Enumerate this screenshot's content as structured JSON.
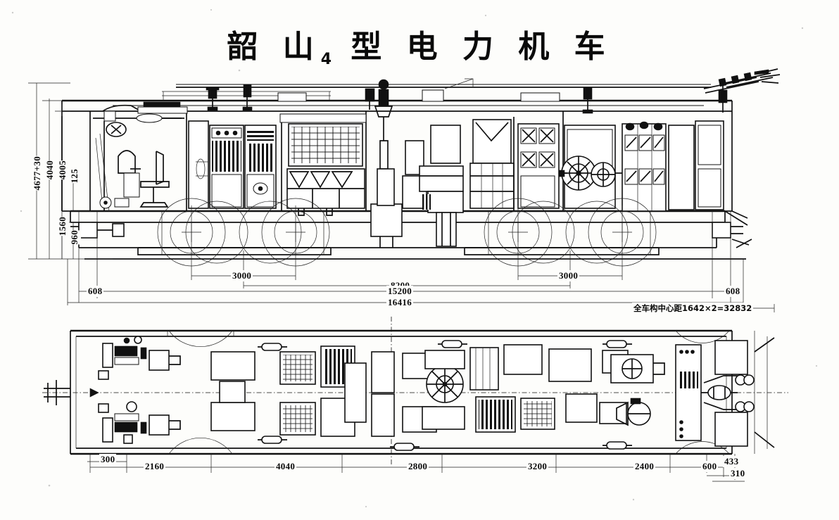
{
  "title": {
    "main_prefix": "韶 山",
    "subscript": "4",
    "main_suffix": "型 电 力 机 车",
    "full": "韶山4型电力机车"
  },
  "views": {
    "side": {
      "name": "side-elevation"
    },
    "plan": {
      "name": "plan-view"
    }
  },
  "dimensions": {
    "side_vertical": [
      {
        "id": "height-total",
        "label": "4677+30"
      },
      {
        "id": "height-roof",
        "label": "4040"
      },
      {
        "id": "height-body",
        "label": "4005"
      },
      {
        "id": "height-sill",
        "label": "125"
      },
      {
        "id": "height-frame",
        "label": "1560"
      },
      {
        "id": "height-wheel",
        "label": "960"
      }
    ],
    "side_horizontal": [
      {
        "id": "overhang-left",
        "label": "608"
      },
      {
        "id": "bogie-wb-left",
        "label": "3000"
      },
      {
        "id": "bogie-wb-right",
        "label": "3000"
      },
      {
        "id": "bogie-centers",
        "label": "8200"
      },
      {
        "id": "over-bogie-ends",
        "label": "15200"
      },
      {
        "id": "over-couplers",
        "label": "16416"
      },
      {
        "id": "overhang-right",
        "label": "608"
      }
    ],
    "plan_horizontal": [
      {
        "id": "plan-300",
        "label": "300"
      },
      {
        "id": "plan-2160",
        "label": "2160"
      },
      {
        "id": "plan-4040",
        "label": "4040"
      },
      {
        "id": "plan-2800",
        "label": "2800"
      },
      {
        "id": "plan-3200",
        "label": "3200"
      },
      {
        "id": "plan-2400",
        "label": "2400"
      },
      {
        "id": "plan-600",
        "label": "600"
      },
      {
        "id": "plan-433",
        "label": "433"
      },
      {
        "id": "plan-310",
        "label": "310"
      }
    ]
  },
  "annotations": {
    "bogie_center_note": "全车构中心距1642×2=32832"
  },
  "colors": {
    "ink": "#111111",
    "paper": "#fdfdfb"
  }
}
